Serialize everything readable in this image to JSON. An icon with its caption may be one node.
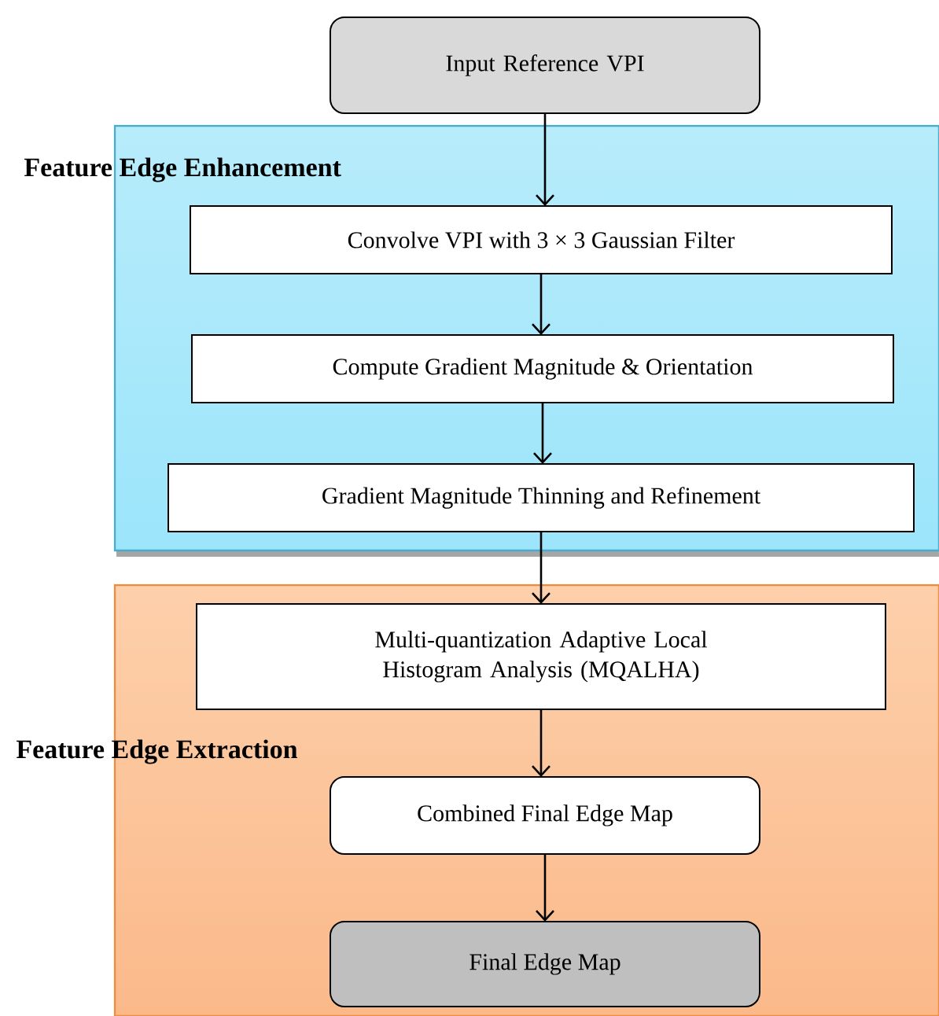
{
  "diagram": {
    "nodes": [
      {
        "text": [
          "Input Reference VPI"
        ]
      },
      {
        "text": [
          "Feature Edge Enhancement"
        ]
      },
      {
        "text": [
          "Convolve VPI with 3 × 3 Gaussian Filter"
        ],
        "in": 1
      },
      {
        "text": [
          "Compute Gradient Magnitude & Orientation"
        ],
        "in": 1
      },
      {
        "text": [
          "Gradient Magnitude Thinning and Refinement"
        ],
        "in": 1
      },
      {
        "text": [
          "Feature Edge Extraction"
        ]
      },
      {
        "text": [
          "Multi-quantization Adaptive Local Histogram Analysis (MQALHA)"
        ],
        "in": 5
      },
      {
        "text": [
          "Combined Final Edge Map"
        ],
        "in": 5
      },
      {
        "text": [
          "Final Edge Map"
        ],
        "in": 5
      }
    ],
    "edges": [
      {
        "from": 0,
        "to": 2,
        "arrow": "to"
      },
      {
        "from": 2,
        "to": 3,
        "arrow": "to"
      },
      {
        "from": 3,
        "to": 4,
        "arrow": "to"
      },
      {
        "from": 4,
        "to": 6,
        "arrow": "to"
      },
      {
        "from": 6,
        "to": 7,
        "arrow": "to"
      },
      {
        "from": 7,
        "to": 8,
        "arrow": "to"
      }
    ]
  }
}
